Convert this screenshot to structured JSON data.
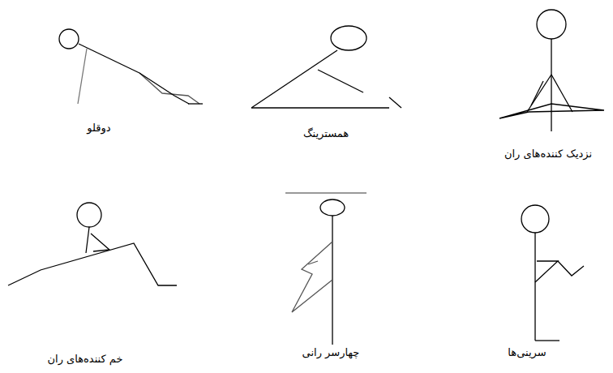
{
  "diagram": {
    "labels": [
      "نزدیک کننده‌های ران",
      "همسترینگ",
      "دوقلو",
      "سرینی‌ها",
      "چهارسر رانی",
      "خم کننده‌های ران"
    ]
  }
}
